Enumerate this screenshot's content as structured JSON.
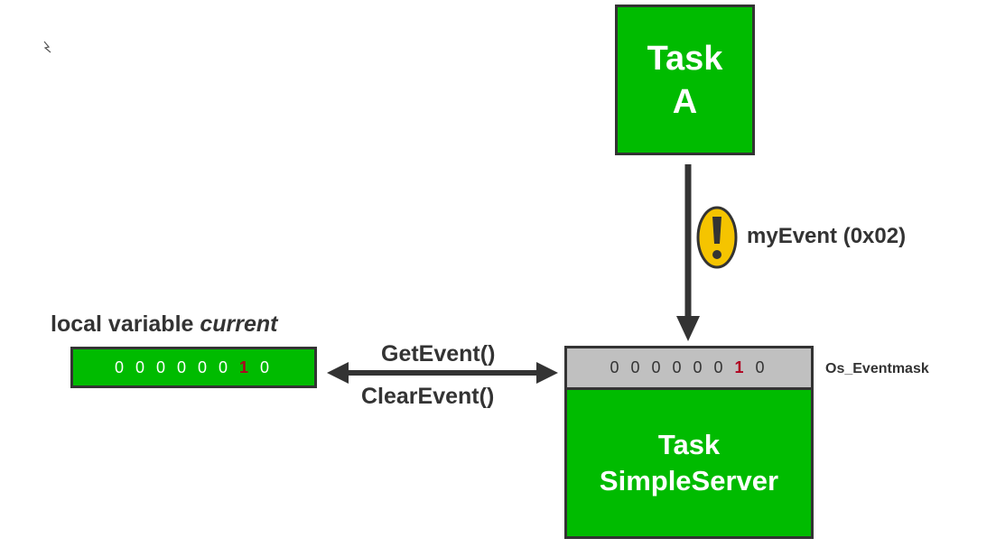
{
  "diagram": {
    "task_a": {
      "line1": "Task",
      "line2": "A"
    },
    "event": {
      "label": "myEvent (0x02)",
      "icon": "exclamation-icon"
    },
    "server": {
      "line1": "Task",
      "line2": "SimpleServer",
      "mask_bits": {
        "before": "0 0 0 0 0 0 ",
        "highlight": "1",
        "after": " 0"
      }
    },
    "eventmask_label": "Os_Eventmask",
    "local": {
      "title_plain": "local variable ",
      "title_italic": "current",
      "bits": {
        "before": "0 0 0 0 0 0 ",
        "highlight": "1",
        "after": " 0"
      }
    },
    "api": {
      "get": "GetEvent()",
      "clear": "ClearEvent()"
    }
  },
  "colors": {
    "green": "#00bb00",
    "gray": "#c0c0c0",
    "dark": "#333333",
    "highlight_bit": "#b00020",
    "warning_yellow": "#f5c400"
  }
}
